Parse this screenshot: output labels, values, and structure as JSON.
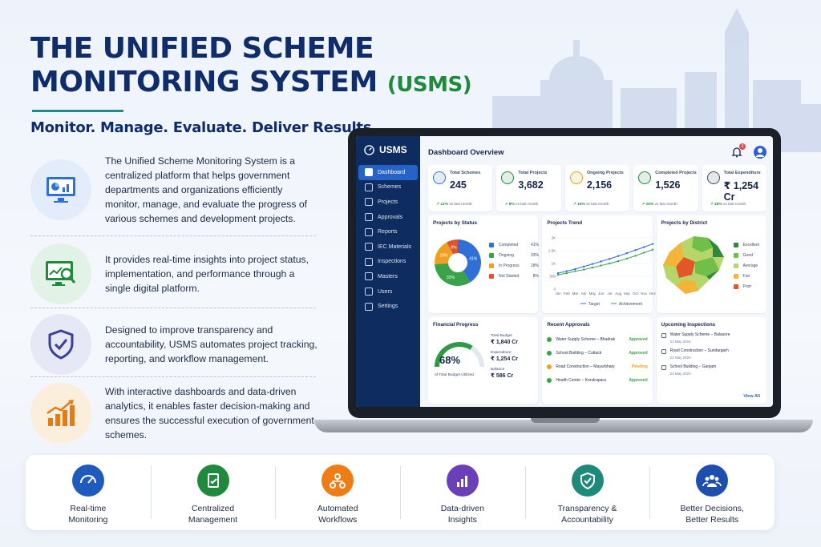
{
  "header": {
    "title_line1": "THE UNIFIED SCHEME",
    "title_line2": "MONITORING SYSTEM",
    "title_abbr": "(USMS)",
    "tagline": "Monitor. Manage. Evaluate. Deliver Results."
  },
  "features": [
    {
      "icon": "monitor-chart-icon",
      "color": "#2f6fd6",
      "bg": "#e3ecfa",
      "text": "The Unified Scheme Monitoring System is a centralized platform that helps government departments and organizations efficiently monitor, manage, and evaluate the progress of various schemes and development projects."
    },
    {
      "icon": "monitor-magnifier-icon",
      "color": "#1f8a3b",
      "bg": "#e2f2e6",
      "text": "It provides real-time insights into project status, implementation, and performance through a single digital platform."
    },
    {
      "icon": "shield-check-icon",
      "color": "#3a3f9a",
      "bg": "#e6e8f6",
      "text": "Designed to improve transparency and accountability, USMS automates project tracking, reporting, and workflow management."
    },
    {
      "icon": "growth-bars-icon",
      "color": "#e37b16",
      "bg": "#fbeedd",
      "text": "With interactive dashboards and data-driven analytics, it enables faster decision-making and ensures the successful execution of government schemes."
    }
  ],
  "app": {
    "brand": "USMS",
    "page_title": "Dashboard Overview",
    "notification_count": "3",
    "nav": [
      {
        "label": "Dashboard",
        "active": true
      },
      {
        "label": "Schemes"
      },
      {
        "label": "Projects"
      },
      {
        "label": "Approvals"
      },
      {
        "label": "Reports"
      },
      {
        "label": "IEC Materials"
      },
      {
        "label": "Inspections"
      },
      {
        "label": "Masters"
      },
      {
        "label": "Users"
      },
      {
        "label": "Settings"
      }
    ],
    "kpis": [
      {
        "label": "Total Schemes",
        "value": "245",
        "trend": "12%",
        "trend_text": "vs last month",
        "color": "#2f6fd6"
      },
      {
        "label": "Total Projects",
        "value": "3,682",
        "trend": "8%",
        "trend_text": "vs last month",
        "color": "#1f8a3b"
      },
      {
        "label": "Ongoing Projects",
        "value": "2,156",
        "trend": "15%",
        "trend_text": "vs last month",
        "color": "#e3a21a"
      },
      {
        "label": "Completed Projects",
        "value": "1,526",
        "trend": "10%",
        "trend_text": "vs last month",
        "color": "#1f8a3b"
      },
      {
        "label": "Total Expenditure",
        "value": "₹ 1,254 Cr",
        "trend": "18%",
        "trend_text": "vs last month",
        "color": "#3a4a6a"
      }
    ],
    "status_card": {
      "title": "Projects by Status",
      "legend": [
        {
          "label": "Completed",
          "value": "41%",
          "color": "#2f6fd6"
        },
        {
          "label": "Ongoing",
          "value": "33%",
          "color": "#3aa34a"
        },
        {
          "label": "In Progress",
          "value": "18%",
          "color": "#f0a020"
        },
        {
          "label": "Not Started",
          "value": "8%",
          "color": "#e0542c"
        }
      ]
    },
    "trend_card": {
      "title": "Projects Trend",
      "legend_target": "Target",
      "legend_achievement": "Achievement"
    },
    "district_card": {
      "title": "Projects by District",
      "legend": [
        {
          "label": "Excellent",
          "color": "#2e8b3a"
        },
        {
          "label": "Good",
          "color": "#6fbf4a"
        },
        {
          "label": "Average",
          "color": "#b6d66a"
        },
        {
          "label": "Fair",
          "color": "#f3b43a"
        },
        {
          "label": "Poor",
          "color": "#e2562a"
        }
      ]
    },
    "financial": {
      "title": "Financial Progress",
      "percent": "68%",
      "percent_value": 68,
      "caption": "of Total Budget Utilized",
      "budget_label": "Total Budget",
      "budget_value": "₹ 1,840 Cr",
      "expenditure_label": "Expenditure",
      "expenditure_value": "₹ 1,254 Cr",
      "balance_label": "Balance",
      "balance_value": "₹ 586 Cr"
    },
    "approvals": {
      "title": "Recent Approvals",
      "items": [
        {
          "name": "Water Supply Scheme – Bhadrak",
          "status": "Approved",
          "color": "#3aa34a"
        },
        {
          "name": "School Building – Cuttack",
          "status": "Approved",
          "color": "#3aa34a"
        },
        {
          "name": "Road Construction – Mayurbhanj",
          "status": "Pending",
          "color": "#f0a020"
        },
        {
          "name": "Health Center – Kendrapara",
          "status": "Approved",
          "color": "#3aa34a"
        }
      ]
    },
    "inspections": {
      "title": "Upcoming Inspections",
      "items": [
        {
          "name": "Water Supply Scheme – Balasore",
          "date": "21 May 2024"
        },
        {
          "name": "Road Construction – Sundargarh",
          "date": "22 May 2024"
        },
        {
          "name": "School Building – Ganjam",
          "date": "24 May 2024"
        }
      ],
      "view_all": "View All"
    }
  },
  "chart_data": [
    {
      "type": "pie",
      "title": "Projects by Status",
      "categories": [
        "Completed",
        "Ongoing",
        "In Progress",
        "Not Started"
      ],
      "values": [
        41,
        33,
        18,
        8
      ],
      "colors": [
        "#2f6fd6",
        "#3aa34a",
        "#f0a020",
        "#e0542c"
      ]
    },
    {
      "type": "line",
      "title": "Projects Trend",
      "categories": [
        "Jan",
        "Feb",
        "Mar",
        "Apr",
        "May",
        "Jun",
        "Jul",
        "Aug",
        "Sep",
        "Oct",
        "Nov",
        "Dec"
      ],
      "yticks": [
        "0",
        "500",
        "1K",
        "1.5K",
        "2K"
      ],
      "ylim": [
        0,
        2000
      ],
      "series": [
        {
          "name": "Target",
          "values": [
            620,
            700,
            780,
            880,
            980,
            1080,
            1180,
            1290,
            1400,
            1520,
            1640,
            1760
          ],
          "color": "#2f6fd6"
        },
        {
          "name": "Achievement",
          "values": [
            560,
            620,
            700,
            760,
            840,
            920,
            1000,
            1090,
            1190,
            1300,
            1420,
            1540
          ],
          "color": "#3aa34a"
        }
      ]
    }
  ],
  "strip": [
    {
      "icon": "speedometer-icon",
      "color": "#1f5bbf",
      "line1": "Real-time",
      "line2": "Monitoring"
    },
    {
      "icon": "document-check-icon",
      "color": "#1f8a3b",
      "line1": "Centralized",
      "line2": "Management"
    },
    {
      "icon": "workflow-icon",
      "color": "#ef7d16",
      "line1": "Automated",
      "line2": "Workflows"
    },
    {
      "icon": "bar-chart-icon",
      "color": "#6a3fb8",
      "line1": "Data-driven",
      "line2": "Insights"
    },
    {
      "icon": "shield-check-icon",
      "color": "#1f8a7a",
      "line1": "Transparency &",
      "line2": "Accountability"
    },
    {
      "icon": "people-icon",
      "color": "#1f4fae",
      "line1": "Better Decisions,",
      "line2": "Better Results"
    }
  ]
}
